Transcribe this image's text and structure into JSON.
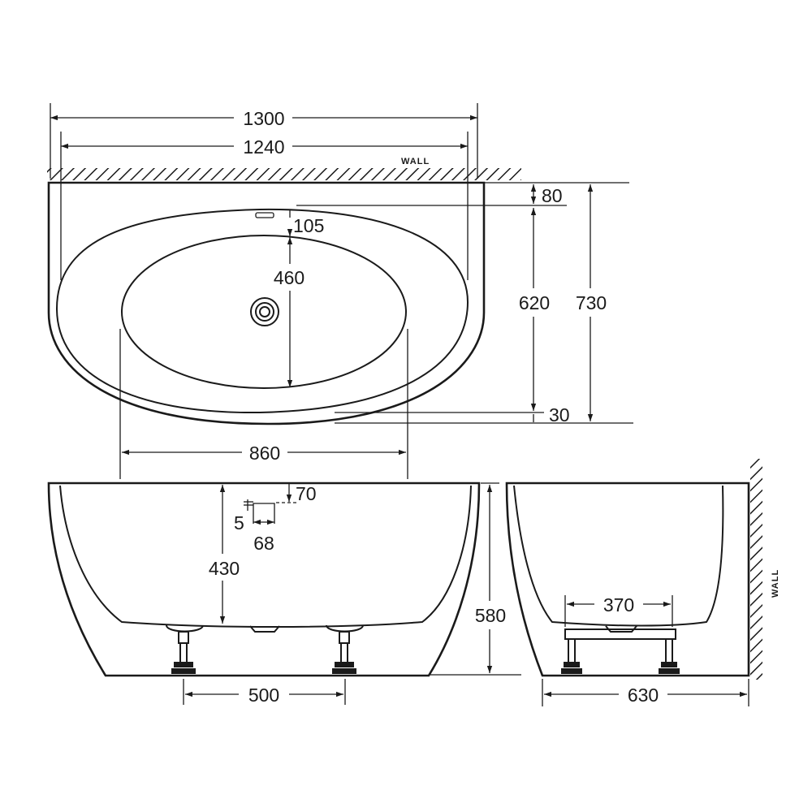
{
  "labels": {
    "wall_top": "WALL",
    "wall_side": "WALL"
  },
  "dimensions": {
    "overall_length": "1300",
    "inner_rim_length": "1240",
    "wall_gap": "80",
    "overflow_offset": "105",
    "bowl_width": "460",
    "rim_width": "620",
    "overall_width": "730",
    "front_offset": "30",
    "bowl_length": "860",
    "overflow_drop": "70",
    "overflow_height": "5",
    "overflow_width": "68",
    "inner_depth": "430",
    "overall_height": "580",
    "leg_span_front": "500",
    "leg_span_side": "370",
    "side_depth": "630"
  },
  "colors": {
    "line": "#1a1a1a",
    "background": "#ffffff"
  }
}
